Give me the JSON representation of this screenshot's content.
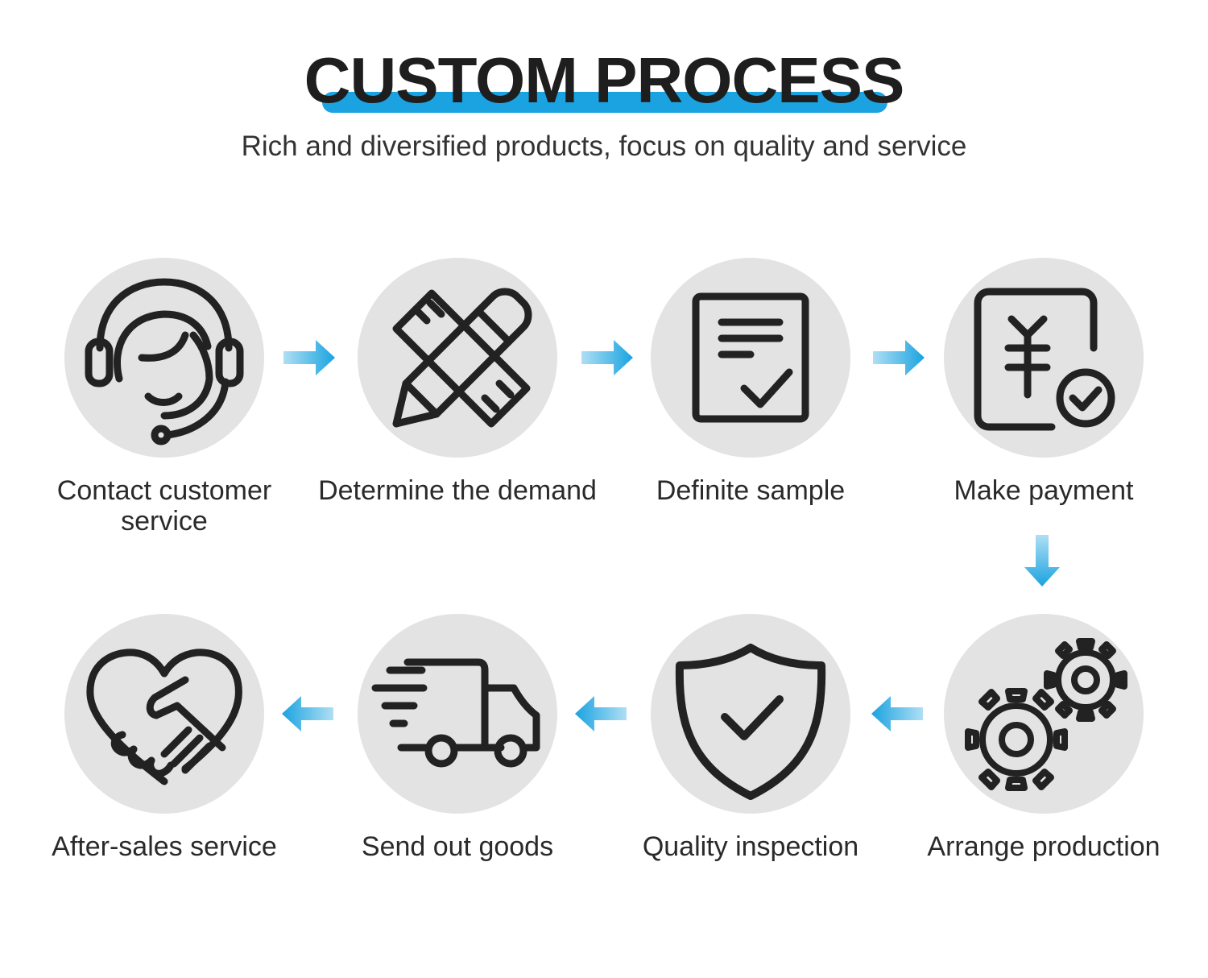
{
  "header": {
    "title": "CUSTOM PROCESS",
    "subtitle": "Rich and diversified products, focus on quality and service"
  },
  "colors": {
    "accent": "#1aa3e0",
    "circle_bg": "#e3e3e3",
    "icon_stroke": "#222222",
    "text": "#2a2a2a"
  },
  "steps": [
    {
      "label": "Contact customer service",
      "icon": "headset-agent-icon"
    },
    {
      "label": "Determine the demand",
      "icon": "pencil-ruler-icon"
    },
    {
      "label": "Definite sample",
      "icon": "document-check-icon"
    },
    {
      "label": "Make payment",
      "icon": "yuan-payment-icon"
    },
    {
      "label": "Arrange production",
      "icon": "gears-icon"
    },
    {
      "label": "Quality inspection",
      "icon": "shield-check-icon"
    },
    {
      "label": "Send out goods",
      "icon": "delivery-truck-icon"
    },
    {
      "label": "After-sales service",
      "icon": "handshake-heart-icon"
    }
  ]
}
